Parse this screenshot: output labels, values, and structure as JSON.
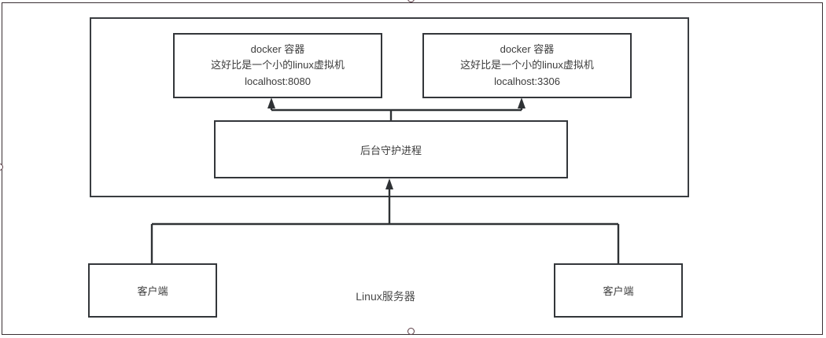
{
  "diagram": {
    "title_label": "Linux服务器",
    "host": {
      "name": "linux-host-boundary"
    },
    "containers": [
      {
        "title": "docker 容器",
        "subtitle": "这好比是一个小的linux虚拟机",
        "address": "localhost:8080"
      },
      {
        "title": "docker 容器",
        "subtitle": "这好比是一个小的linux虚拟机",
        "address": "localhost:3306"
      }
    ],
    "daemon": {
      "label": "后台守护进程"
    },
    "clients": [
      {
        "label": "客户端"
      },
      {
        "label": "客户端"
      }
    ],
    "colors": {
      "stroke": "#33363a",
      "host_stroke": "#3a3d41",
      "text": "#3c3c3c",
      "background": "#ffffff",
      "frame": "#3a2f33",
      "handle": "#5a3b44"
    }
  }
}
